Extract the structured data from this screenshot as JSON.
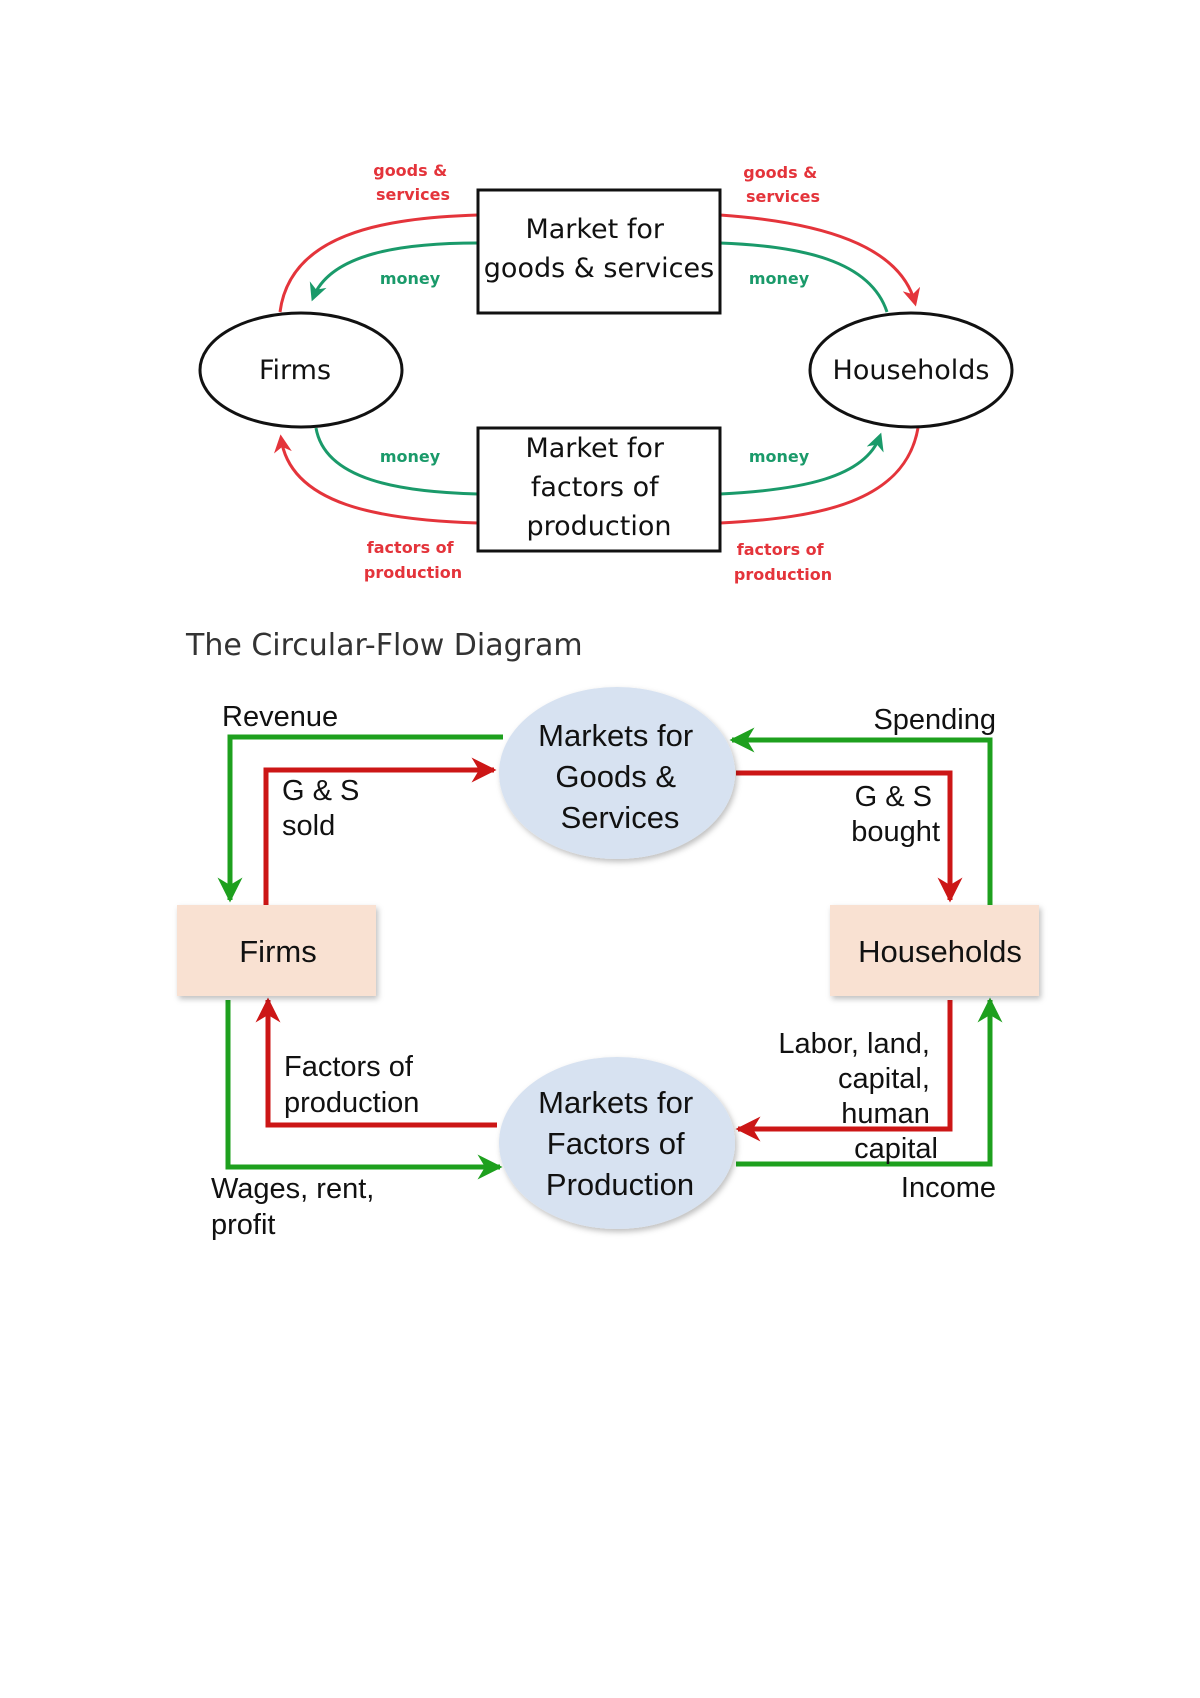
{
  "diagram1": {
    "nodes": {
      "market_goods": [
        "Market for",
        "goods & services"
      ],
      "firms": "Firms",
      "households": "Households",
      "market_factors": [
        "Market for",
        "factors of",
        "production"
      ]
    },
    "flows": {
      "goods_left": [
        "goods &",
        "services"
      ],
      "goods_right": [
        "goods &",
        "services"
      ],
      "money_top_left": "money",
      "money_top_right": "money",
      "money_bottom_left": "money",
      "money_bottom_right": "money",
      "factors_left": [
        "factors of",
        "production"
      ],
      "factors_right": [
        "factors of",
        "production"
      ]
    },
    "colors": {
      "goods_flow": "#e4343b",
      "money_flow": "#1a9a6a"
    }
  },
  "caption": "The Circular-Flow Diagram",
  "diagram2": {
    "nodes": {
      "market_goods": [
        "Markets for",
        "Goods &",
        "Services"
      ],
      "firms": "Firms",
      "households": "Households",
      "market_factors": [
        "Markets for",
        "Factors of",
        "Production"
      ]
    },
    "flows": {
      "revenue": "Revenue",
      "gs_sold": [
        "G & S",
        "sold"
      ],
      "spending": "Spending",
      "gs_bought": [
        "G & S",
        "bought"
      ],
      "factors_of_production": [
        "Factors of",
        "production"
      ],
      "labor": [
        "Labor, land,",
        "capital,",
        "human",
        "capital"
      ],
      "wages": [
        "Wages, rent,",
        "profit"
      ],
      "income": "Income"
    },
    "colors": {
      "money_flow": "#1ea01e",
      "goods_flow": "#cc1616",
      "market_fill": "#d7e2f1",
      "box_fill": "#f9e1d2"
    }
  }
}
